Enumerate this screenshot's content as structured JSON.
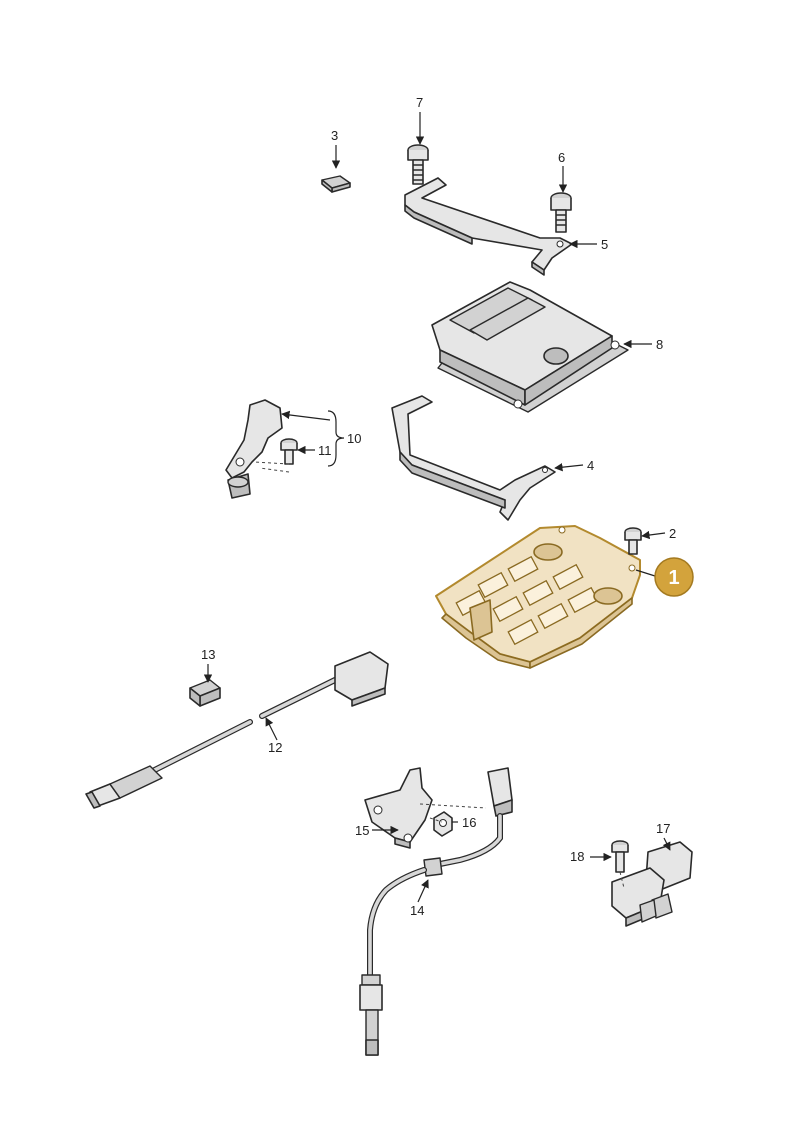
{
  "diagram": {
    "highlight_color": "#d3a33c",
    "highlighted_part": {
      "label": "1"
    },
    "callouts": [
      {
        "key": "c2",
        "label": "2"
      },
      {
        "key": "c3",
        "label": "3"
      },
      {
        "key": "c4",
        "label": "4"
      },
      {
        "key": "c5",
        "label": "5"
      },
      {
        "key": "c6",
        "label": "6"
      },
      {
        "key": "c7",
        "label": "7"
      },
      {
        "key": "c8",
        "label": "8"
      },
      {
        "key": "c10",
        "label": "10"
      },
      {
        "key": "c11",
        "label": "11"
      },
      {
        "key": "c12",
        "label": "12"
      },
      {
        "key": "c13",
        "label": "13"
      },
      {
        "key": "c14",
        "label": "14"
      },
      {
        "key": "c15",
        "label": "15"
      },
      {
        "key": "c16",
        "label": "16"
      },
      {
        "key": "c17",
        "label": "17"
      },
      {
        "key": "c18",
        "label": "18"
      }
    ]
  }
}
